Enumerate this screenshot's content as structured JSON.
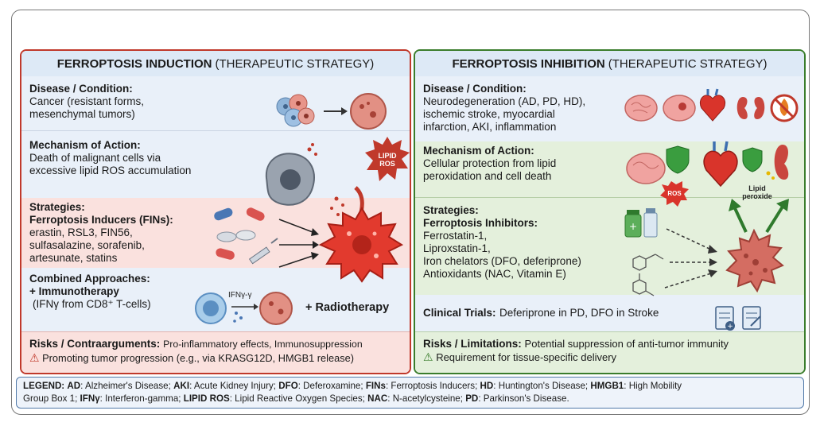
{
  "left": {
    "title_bold": "FERROPTOSIS INDUCTION",
    "title_rest": "(THERAPEUTIC STRATEGY)",
    "disease_title": "Disease / Condition:",
    "disease_line1": "Cancer (resistant forms,",
    "disease_line2": "mesenchymal tumors)",
    "mech_title": "Mechanism of Action:",
    "mech_line1": "Death of malignant cells via",
    "mech_line2": "excessive lipid ROS accumulation",
    "lipid_ros_line1": "LIPID",
    "lipid_ros_line2": "ROS",
    "strat_title": "Strategies:",
    "strat_subtitle": "Ferroptosis Inducers (FINs):",
    "strat_line1": "erastin, RSL3, FIN56,",
    "strat_line2": "sulfasalazine, sorafenib,",
    "strat_line3": "artesunate, statins",
    "combined_title": "Combined Approaches:",
    "combined_line1": "+ Immunotherapy",
    "combined_line2": "(IFNγ from CD8⁺ T-cells)",
    "ifn_label": "IFNγ-γ",
    "radiotherapy": "+ Radiotherapy",
    "risks_title": "Risks / Contraarguments:",
    "risks_line1": "Pro-inflammatory effects, Immunosuppression",
    "risks_line2": "Promoting tumor progression (e.g., via KRASG12D, HMGB1 release)"
  },
  "right": {
    "title_bold": "FERROPTOSIS INHIBITION",
    "title_rest": "(THERAPEUTIC STRATEGY)",
    "disease_title": "Disease / Condition:",
    "disease_line1": "Neurodegeneration (AD, PD, HD),",
    "disease_line2": "ischemic stroke, myocardial",
    "disease_line3": "infarction, AKI, inflammation",
    "mech_title": "Mechanism of Action:",
    "mech_line1": "Cellular protection from lipid",
    "mech_line2": "peroxidation and cell death",
    "ros_label": "ROS",
    "lipid_peroxide_line1": "Lipid",
    "lipid_peroxide_line2": "peroxide",
    "strat_title": "Strategies:",
    "strat_subtitle": "Ferroptosis Inhibitors:",
    "strat_line1": "Ferrostatin-1,",
    "strat_line2": "Liproxstatin-1,",
    "strat_line3": "Iron chelators (DFO, deferiprone)",
    "strat_line4": "Antioxidants (NAC, Vitamin E)",
    "trials_title": "Clinical Trials:",
    "trials_text": "Deferiprone in PD, DFO in Stroke",
    "risks_title": "Risks / Limitations:",
    "risks_line1": "Potential suppression of anti-tumor immunity",
    "risks_line2": "Requirement for tissue-specific delivery"
  },
  "legend": {
    "label": "LEGEND:",
    "items": [
      {
        "abbr": "AD",
        "def": "Alzheimer's Disease;"
      },
      {
        "abbr": "AKI",
        "def": "Acute Kidney Injury;"
      },
      {
        "abbr": "DFO",
        "def": "Deferoxamine;"
      },
      {
        "abbr": "FINs",
        "def": "Ferroptosis Inducers;"
      },
      {
        "abbr": "HD",
        "def": "Huntington's Disease;"
      },
      {
        "abbr": "HMGB1",
        "def": "High Mobility"
      },
      {
        "abbr": "",
        "def": "Group Box 1;"
      },
      {
        "abbr": "IFNγ",
        "def": "Interferon-gamma;"
      },
      {
        "abbr": "LIPID ROS",
        "def": "Lipid Reactive Oxygen Species;"
      },
      {
        "abbr": "NAC",
        "def": "N-acetylcysteine;"
      },
      {
        "abbr": "PD",
        "def": "Parkinson's Disease."
      }
    ]
  },
  "colors": {
    "induction_border": "#c0392b",
    "inhibition_border": "#3a7d2c",
    "header_bg": "#dde9f6",
    "pink_bg": "#fae1de",
    "green_bg": "#e4f0dc",
    "blue_bg": "#e9f0f9"
  },
  "icons": [
    "cancer-cells-icon",
    "tumor-icon",
    "cell-icon",
    "red-arrow-icon",
    "pills-icon",
    "syringe-icon",
    "ferroptotic-cell-icon",
    "t-cell-icon",
    "warning-icon",
    "brain-icon",
    "heart-icon",
    "kidney-icon",
    "no-fire-icon",
    "shield-icon",
    "green-arrow-icon",
    "medicine-bottle-icon",
    "molecule-icon",
    "clipboard-icon"
  ]
}
